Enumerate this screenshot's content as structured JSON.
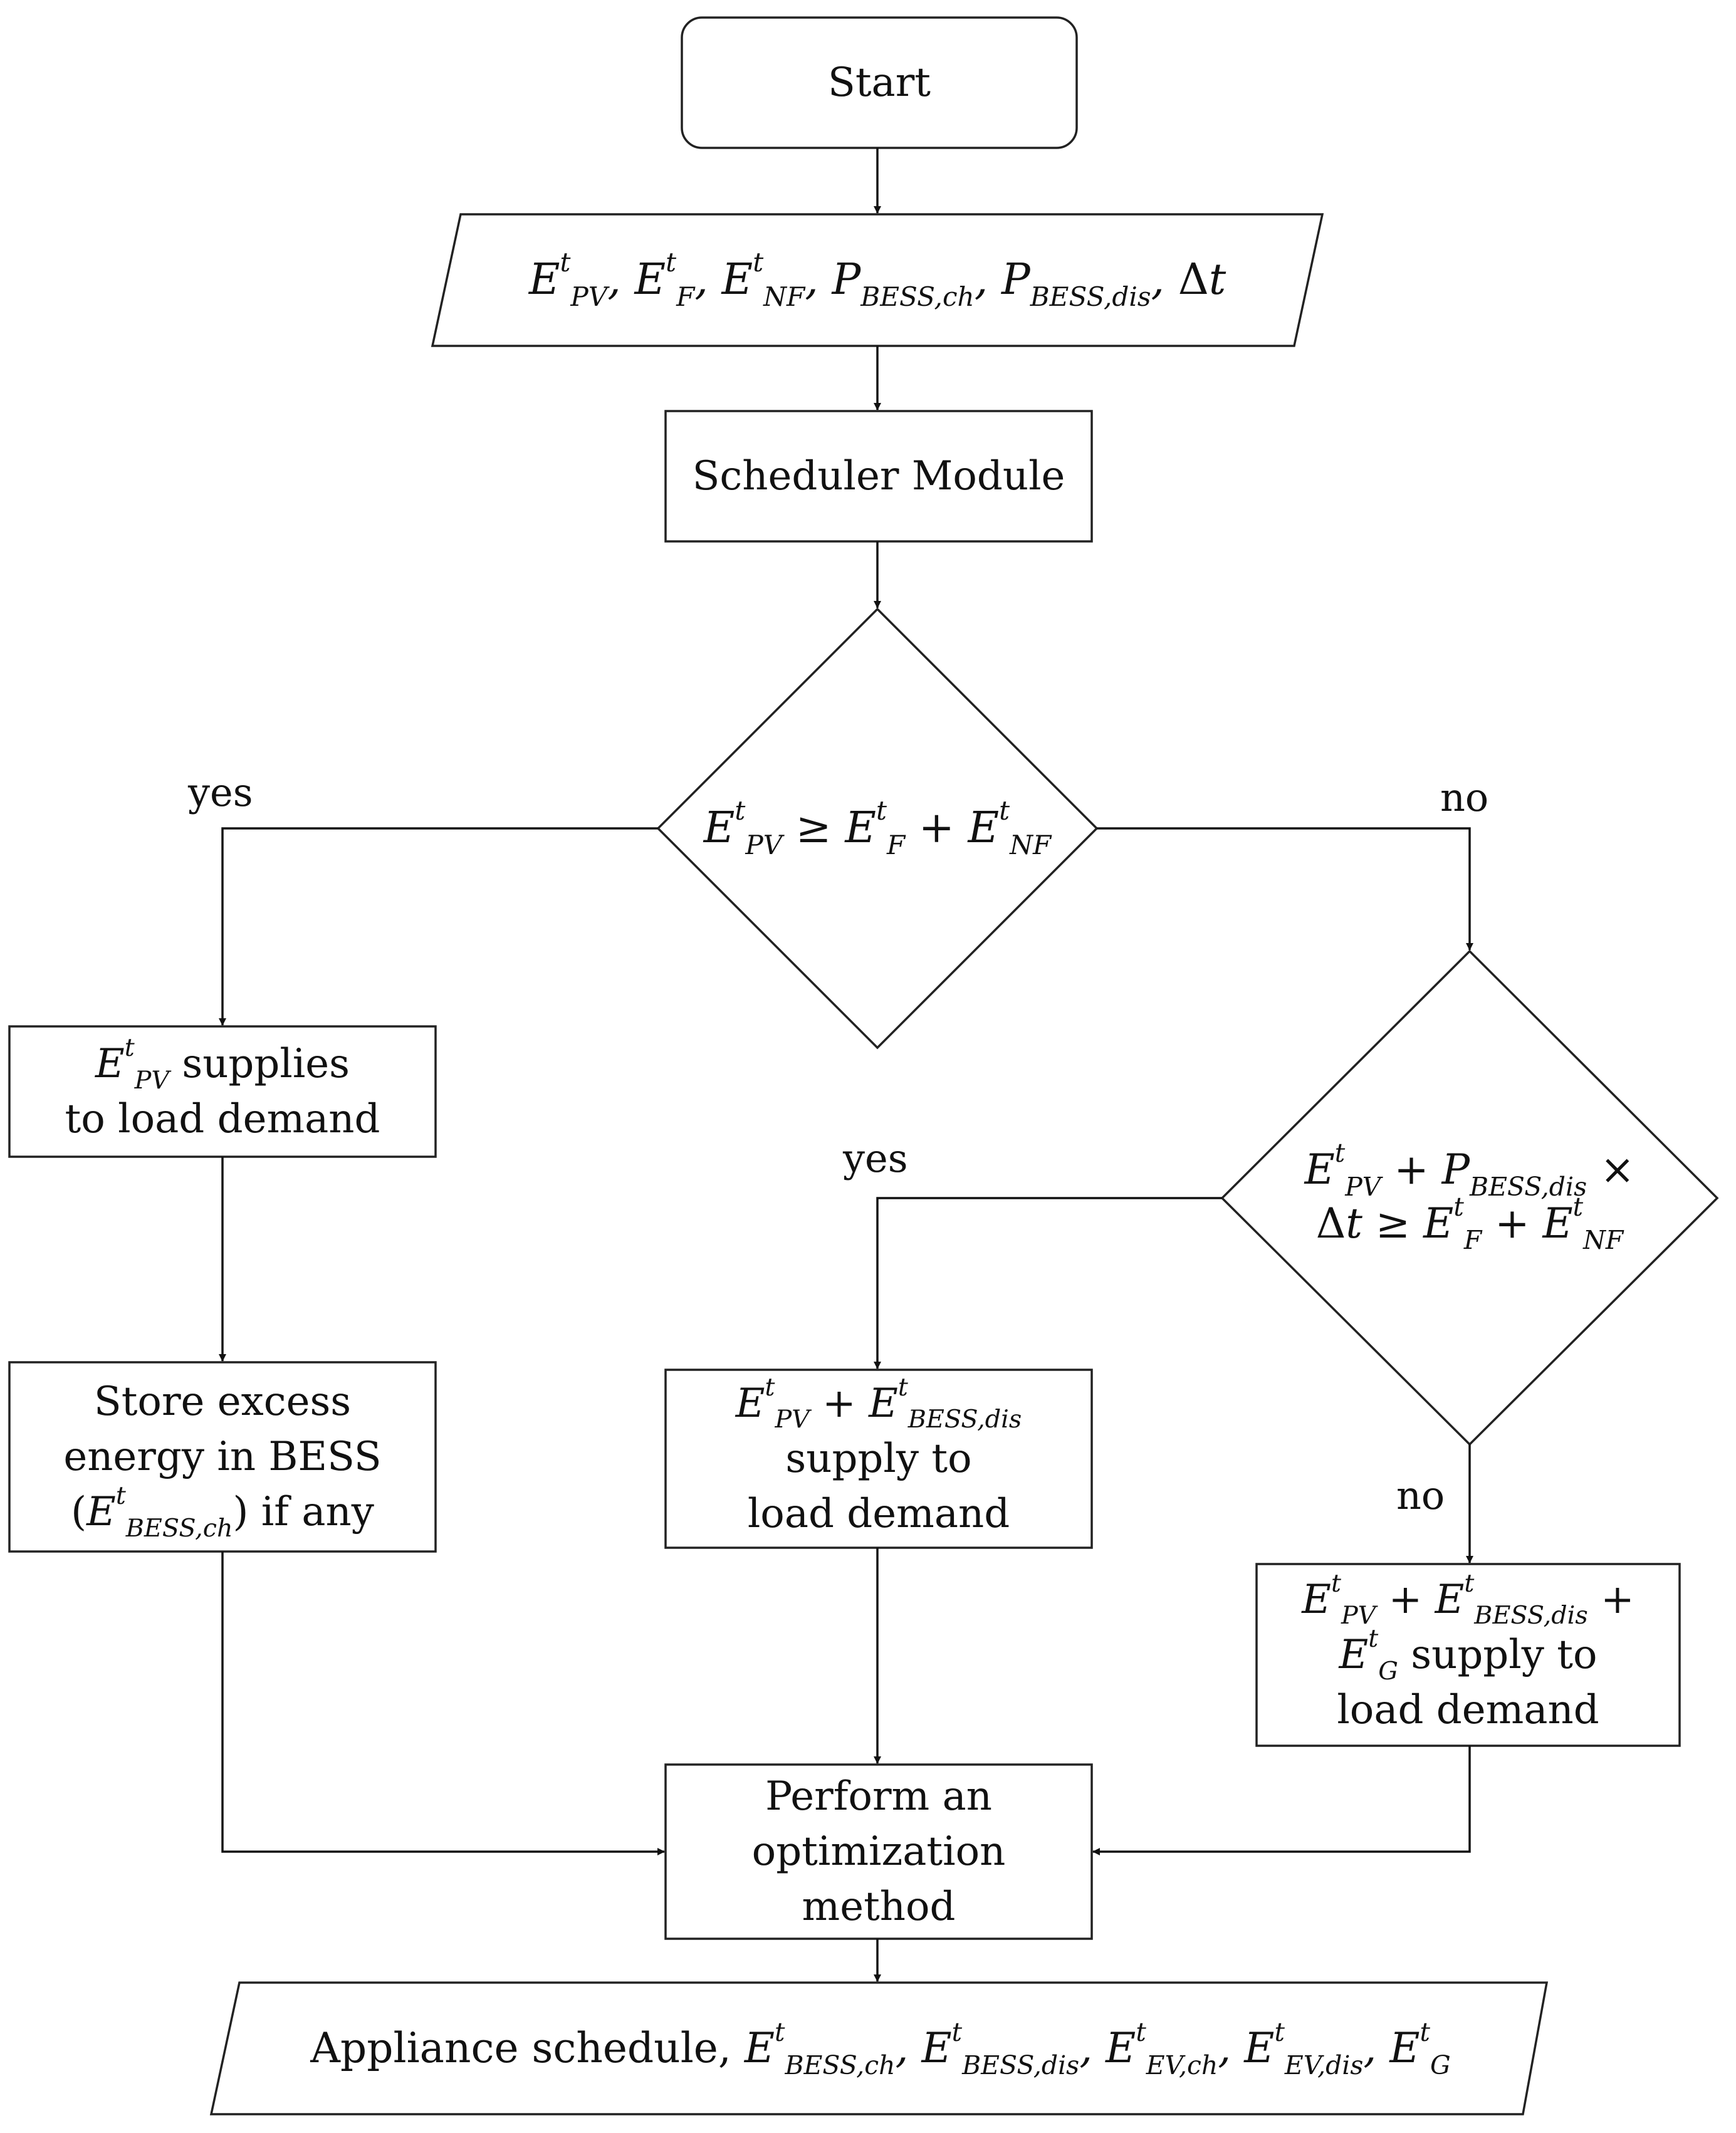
{
  "nodes": {
    "start": {
      "text": "Start"
    },
    "inputs": {
      "text": ""
    },
    "scheduler": {
      "text": "Scheduler Module"
    },
    "decision1": {
      "text": ""
    },
    "pv_supplies": {
      "line1_suffix": " supplies",
      "line2": "to load demand"
    },
    "store_excess": {
      "line1": "Store excess",
      "line2": "energy in BESS",
      "line3_suffix": " if any"
    },
    "decision2": {
      "text": ""
    },
    "pv_bess_supply": {
      "line2": "supply to",
      "line3": "load demand"
    },
    "pv_bess_grid_supply": {
      "line2_suffix": " supply to",
      "line3": "load demand"
    },
    "optimize": {
      "line1": "Perform an",
      "line2": "optimization",
      "line3": "method"
    },
    "output": {
      "prefix": "Appliance schedule, "
    }
  },
  "edge_labels": {
    "d1_yes": "yes",
    "d1_no": "no",
    "d2_yes": "yes",
    "d2_no": "no"
  }
}
